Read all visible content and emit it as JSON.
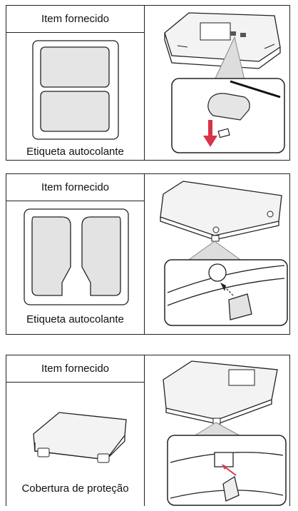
{
  "panels": [
    {
      "header": "Item fornecido",
      "caption": "Etiqueta autocolante"
    },
    {
      "header": "Item fornecido",
      "caption": "Etiqueta autocolante"
    },
    {
      "header": "Item fornecido",
      "caption": "Cobertura de proteção"
    }
  ],
  "icons": [
    "sticker-sheet-icon",
    "tv-rear-sticker-illustration",
    "shaped-sticker-sheet-icon",
    "tv-rear-sticker-illustration",
    "protective-cover-icon",
    "tv-rear-cover-illustration"
  ]
}
